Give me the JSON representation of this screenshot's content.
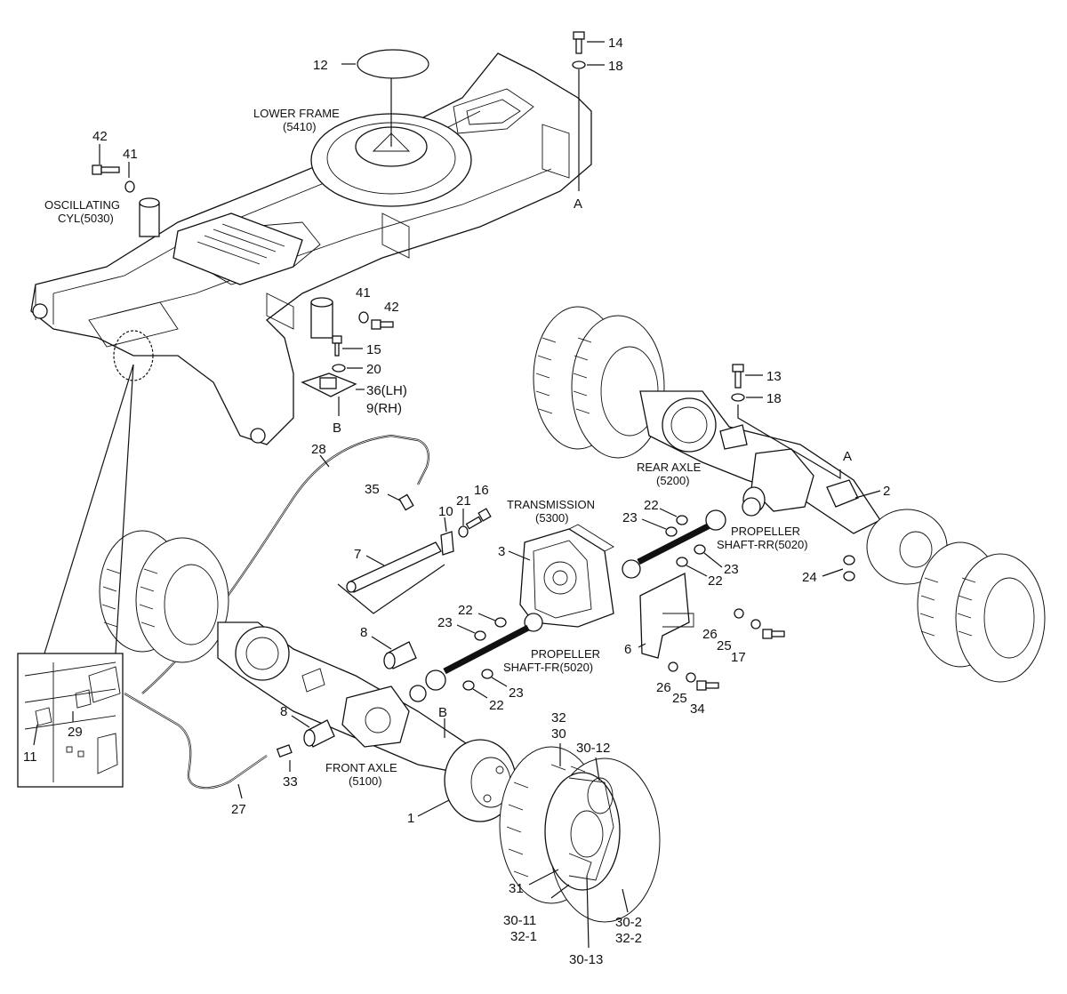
{
  "callouts": {
    "c12": "12",
    "c14": "14",
    "c18a": "18",
    "cA1": "A",
    "c42a": "42",
    "c41a": "41",
    "c41b": "41",
    "c42b": "42",
    "c15": "15",
    "c20": "20",
    "c36": "36(LH)",
    "c9": "9(RH)",
    "cB1": "B",
    "c13": "13",
    "c18b": "18",
    "cA2": "A",
    "c2": "2",
    "c28": "28",
    "c35": "35",
    "c10": "10",
    "c21": "21",
    "c16": "16",
    "c7": "7",
    "c3": "3",
    "c22a": "22",
    "c23a": "23",
    "c23b": "23",
    "c22b": "22",
    "c24": "24",
    "c22c": "22",
    "c23c": "23",
    "c8a": "8",
    "c6": "6",
    "c26a": "26",
    "c25a": "25",
    "c17": "17",
    "c23d": "23",
    "c22d": "22",
    "c8b": "8",
    "cB2": "B",
    "c26b": "26",
    "c25b": "25",
    "c34": "34",
    "c32a": "32",
    "c30a": "30",
    "c3012": "30-12",
    "c29": "29",
    "c11": "11",
    "c33": "33",
    "c27": "27",
    "c1": "1",
    "c31": "31",
    "c3011": "30-11",
    "c321": "32-1",
    "c302": "30-2",
    "c322": "32-2",
    "c3013": "30-13"
  },
  "labels": {
    "lower_frame": "LOWER FRAME",
    "lower_frame_code": "(5410)",
    "osc_cyl": "OSCILLATING",
    "osc_cyl_code": "CYL(5030)",
    "rear_axle": "REAR AXLE",
    "rear_axle_code": "(5200)",
    "transmission": "TRANSMISSION",
    "transmission_code": "(5300)",
    "prop_rr": "PROPELLER",
    "prop_rr_code": "SHAFT-RR(5020)",
    "prop_fr": "PROPELLER",
    "prop_fr_code": "SHAFT-FR(5020)",
    "front_axle": "FRONT AXLE",
    "front_axle_code": "(5100)"
  }
}
